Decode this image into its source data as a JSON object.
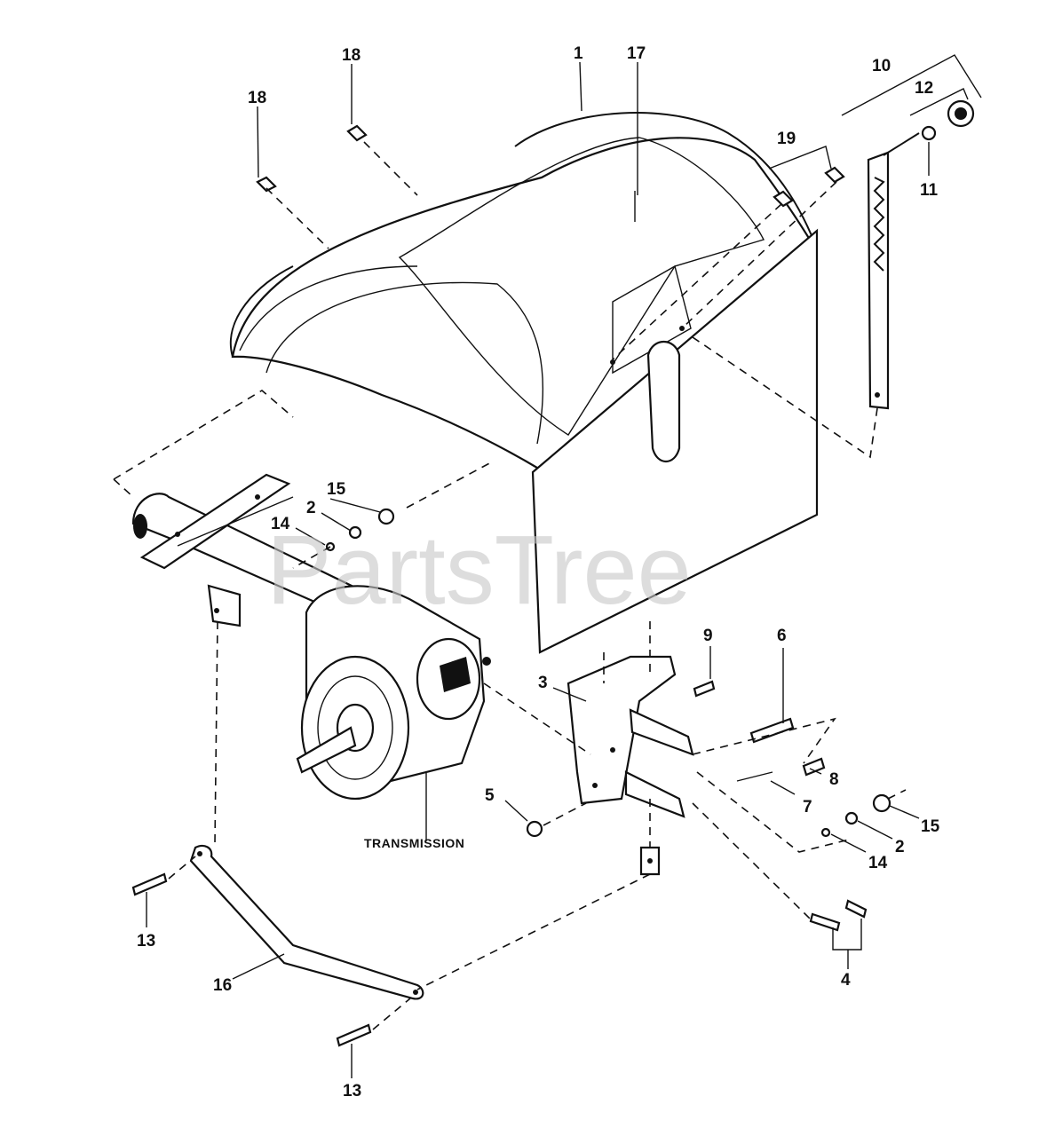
{
  "watermark": "PartsTree",
  "caption": "TRANSMISSION",
  "callouts": [
    {
      "id": "c1",
      "label": "1"
    },
    {
      "id": "c17",
      "label": "17"
    },
    {
      "id": "c18a",
      "label": "18"
    },
    {
      "id": "c18b",
      "label": "18"
    },
    {
      "id": "c19",
      "label": "19"
    },
    {
      "id": "c10",
      "label": "10"
    },
    {
      "id": "c12",
      "label": "12"
    },
    {
      "id": "c11",
      "label": "11"
    },
    {
      "id": "c15a",
      "label": "15"
    },
    {
      "id": "c2a",
      "label": "2"
    },
    {
      "id": "c14a",
      "label": "14"
    },
    {
      "id": "c9",
      "label": "9"
    },
    {
      "id": "c6",
      "label": "6"
    },
    {
      "id": "c3",
      "label": "3"
    },
    {
      "id": "c8",
      "label": "8"
    },
    {
      "id": "c7",
      "label": "7"
    },
    {
      "id": "c5",
      "label": "5"
    },
    {
      "id": "c15b",
      "label": "15"
    },
    {
      "id": "c2b",
      "label": "2"
    },
    {
      "id": "c14b",
      "label": "14"
    },
    {
      "id": "c13a",
      "label": "13"
    },
    {
      "id": "c16",
      "label": "16"
    },
    {
      "id": "c4",
      "label": "4"
    },
    {
      "id": "c13b",
      "label": "13"
    }
  ]
}
